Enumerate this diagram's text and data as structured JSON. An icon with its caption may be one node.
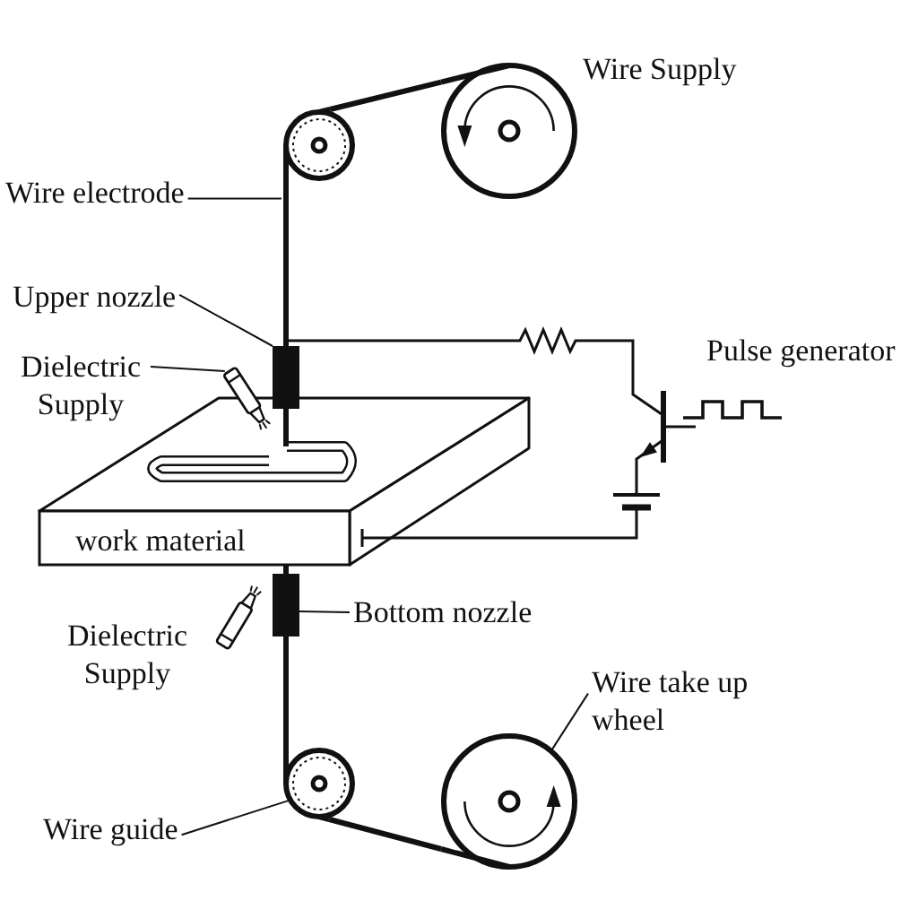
{
  "diagram": {
    "nodes": [
      {
        "text": [],
        "shape": "circle",
        "beside": [
          "Wire Supply"
        ]
      },
      {
        "text": [],
        "shape": "circle"
      },
      {
        "text": [
          "Wire electrode"
        ]
      },
      {
        "text": [
          "Upper nozzle"
        ]
      },
      {
        "text": [],
        "shape": "box"
      },
      {
        "text": [
          "Dielectric Supply"
        ]
      },
      {
        "text": [],
        "shape": "picture"
      },
      {
        "text": [
          "work material"
        ]
      },
      {
        "text": [
          "Bottom nozzle"
        ]
      },
      {
        "text": [],
        "shape": "box"
      },
      {
        "text": [],
        "shape": "picture",
        "beside": [
          "Dielectric Supply"
        ]
      },
      {
        "text": [
          "Wire take up wheel"
        ]
      },
      {
        "text": [],
        "shape": "circle"
      },
      {
        "text": [
          "Wire guide"
        ]
      },
      {
        "text": [],
        "shape": "circle"
      }
    ],
    "edges": [
      {
        "from": 2,
        "to": null,
        "arrow": "none"
      },
      {
        "from": 3,
        "to": 4,
        "arrow": "none"
      },
      {
        "from": 5,
        "to": 6,
        "arrow": "none"
      },
      {
        "from": 8,
        "to": 9,
        "arrow": "none"
      },
      {
        "from": 11,
        "to": 12,
        "arrow": "none"
      },
      {
        "from": 13,
        "to": 14,
        "arrow": "none"
      },
      {
        "from": 0,
        "to": 1,
        "arrow": "none",
        "style": "thick"
      },
      {
        "from": 1,
        "to": 4,
        "arrow": "none",
        "style": "thick"
      },
      {
        "from": 4,
        "to": 7,
        "arrow": "none",
        "style": "thick"
      },
      {
        "from": 7,
        "to": 9,
        "arrow": "none",
        "style": "thick"
      },
      {
        "from": 9,
        "to": 14,
        "arrow": "none",
        "style": "thick"
      },
      {
        "from": 14,
        "to": 12,
        "arrow": "none",
        "style": "thick"
      }
    ],
    "labels": [
      "Pulse generator"
    ]
  }
}
